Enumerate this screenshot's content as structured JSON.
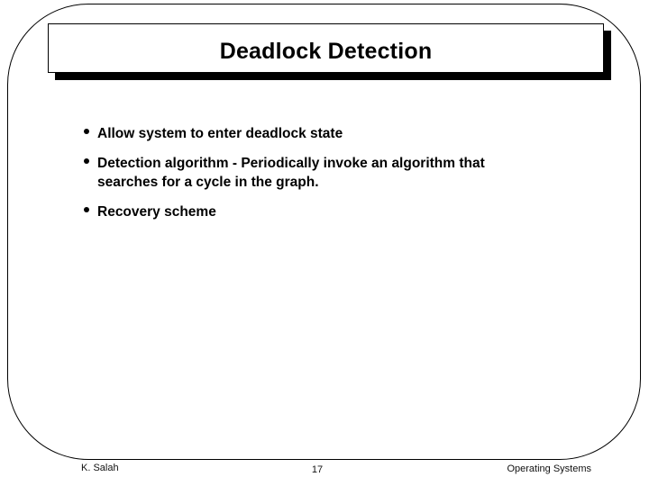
{
  "slide": {
    "title": "Deadlock Detection",
    "bullets": [
      {
        "text": "Allow system to enter deadlock state"
      },
      {
        "text": "Detection algorithm - Periodically invoke an algorithm that\nsearches for a cycle in the graph."
      },
      {
        "text": "Recovery scheme"
      }
    ],
    "footer": {
      "author": "K. Salah",
      "page_number": "17",
      "course": "Operating Systems"
    },
    "colors": {
      "text": "#000000",
      "border": "#000000",
      "shadow": "#000000",
      "background": "#ffffff"
    }
  }
}
